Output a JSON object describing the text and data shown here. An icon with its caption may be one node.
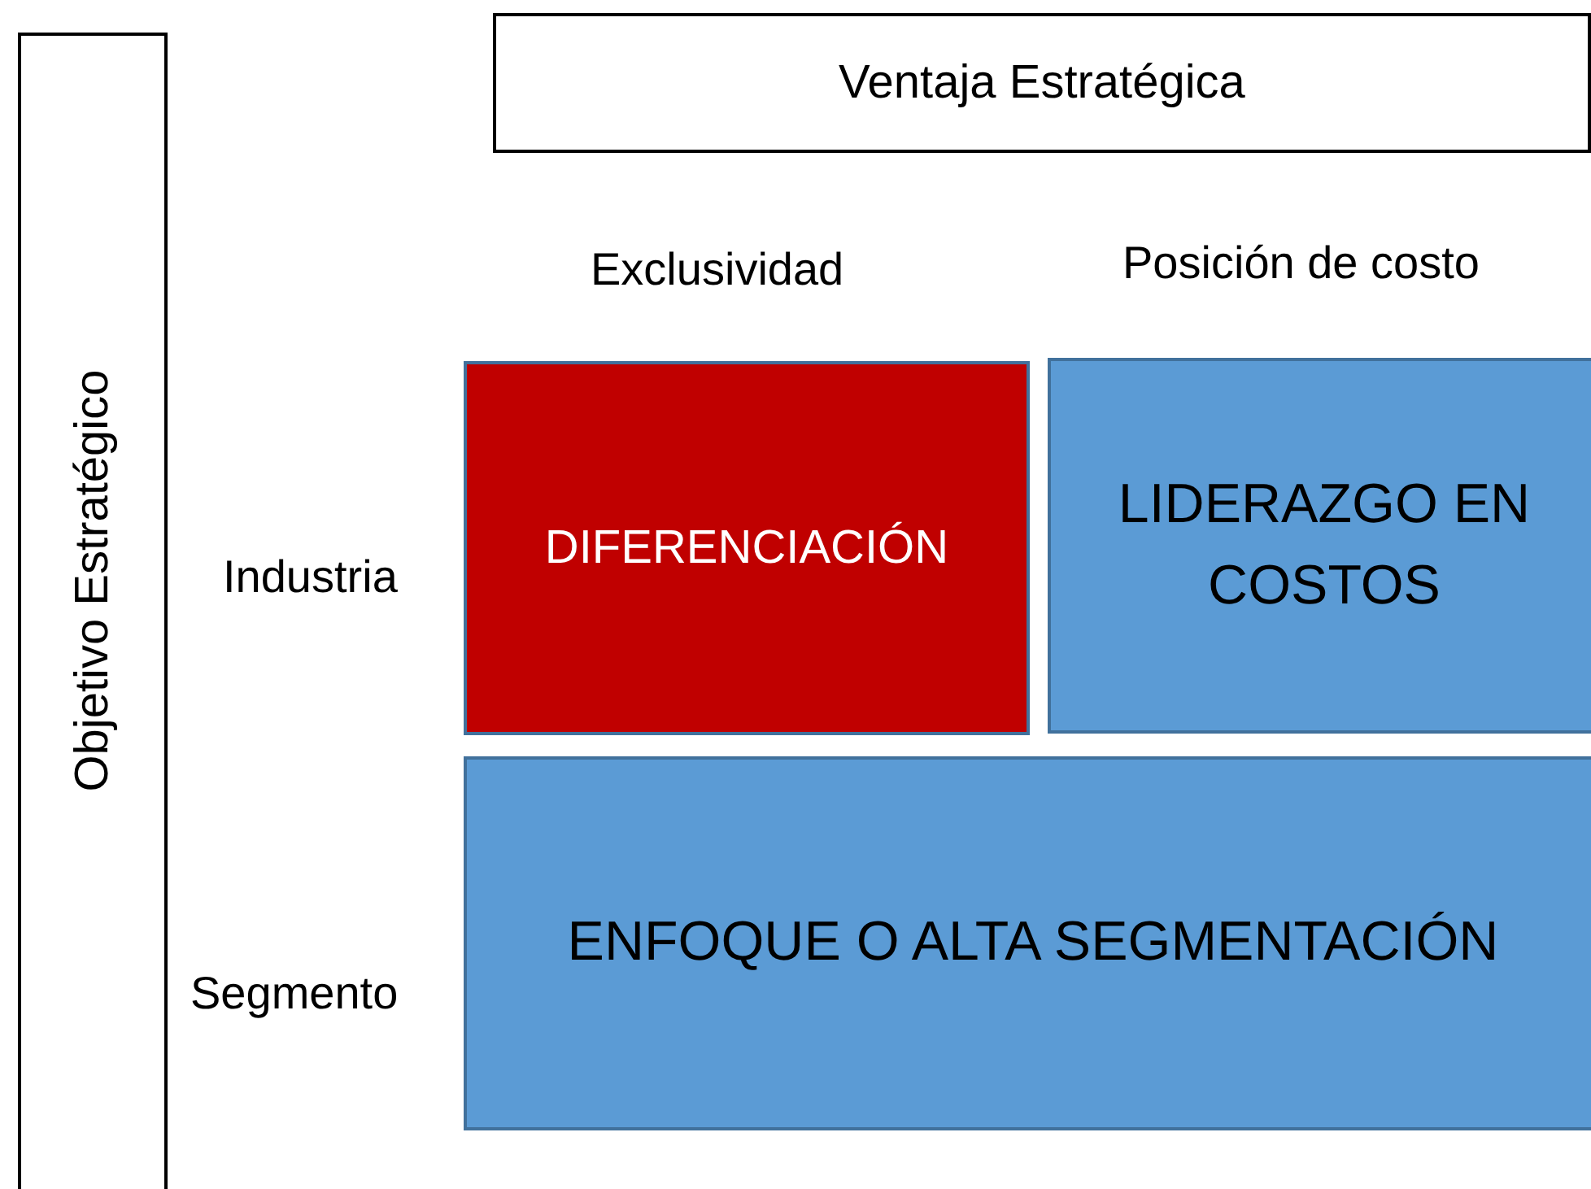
{
  "diagram": {
    "nodes": [
      {
        "text": [
          "Ventaja Estratégica"
        ]
      },
      {
        "text": [
          "Objetivo Estratégico"
        ]
      },
      {
        "text": [
          "DIFERENCIACIÓN"
        ]
      },
      {
        "text": [
          "LIDERAZGO EN COSTOS"
        ]
      },
      {
        "text": [
          "ENFOQUE O ALTA SEGMENTACIÓN"
        ]
      }
    ],
    "labels": [
      "Exclusividad",
      "Posición de costo",
      "Industria",
      "Segmento"
    ]
  }
}
